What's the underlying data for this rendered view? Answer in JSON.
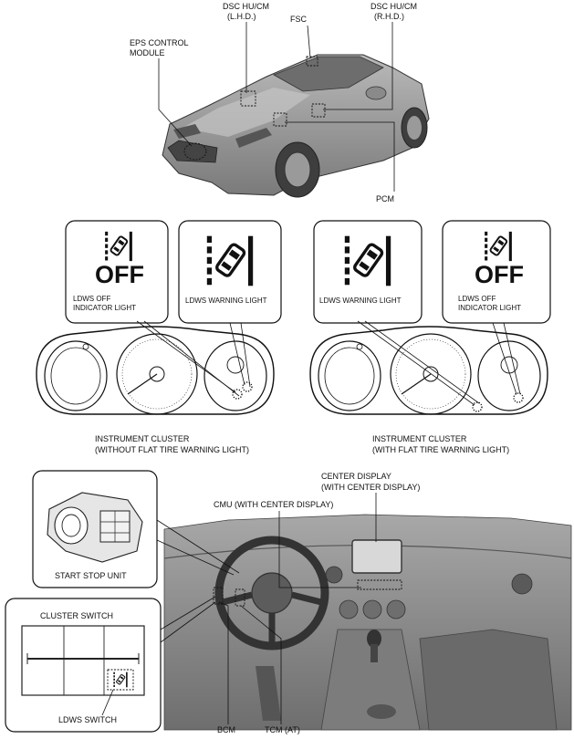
{
  "top_labels": {
    "dsc_lhd_1": "DSC HU/CM",
    "dsc_lhd_2": "(L.H.D.)",
    "fsc": "FSC",
    "dsc_rhd_1": "DSC HU/CM",
    "dsc_rhd_2": "(R.H.D.)",
    "eps_1": "EPS CONTROL",
    "eps_2": "MODULE",
    "pcm": "PCM"
  },
  "cluster_left": {
    "off_indicator_icon_text": "OFF",
    "off_indicator_1": "LDWS OFF",
    "off_indicator_2": "INDICATOR LIGHT",
    "warning_light": "LDWS WARNING LIGHT",
    "caption_1": "INSTRUMENT CLUSTER",
    "caption_2": "(WITHOUT FLAT TIRE WARNING LIGHT)"
  },
  "cluster_right": {
    "warning_light": "LDWS WARNING LIGHT",
    "off_indicator_icon_text": "OFF",
    "off_indicator_1": "LDWS OFF",
    "off_indicator_2": "INDICATOR LIGHT",
    "caption_1": "INSTRUMENT CLUSTER",
    "caption_2": "(WITH FLAT TIRE WARNING LIGHT)"
  },
  "dash_labels": {
    "center_display_1": "CENTER DISPLAY",
    "center_display_2": "(WITH CENTER DISPLAY)",
    "cmu": "CMU (WITH CENTER DISPLAY)",
    "start_stop_unit": "START STOP UNIT",
    "cluster_switch": "CLUSTER SWITCH",
    "ldws_switch": "LDWS SWITCH",
    "bcm": "BCM",
    "tcm": "TCM (AT)"
  },
  "colors": {
    "ink": "#111111",
    "car_body": "#9a9a9a",
    "car_dark": "#5c5c5c",
    "interior": "#8e8e8e"
  }
}
